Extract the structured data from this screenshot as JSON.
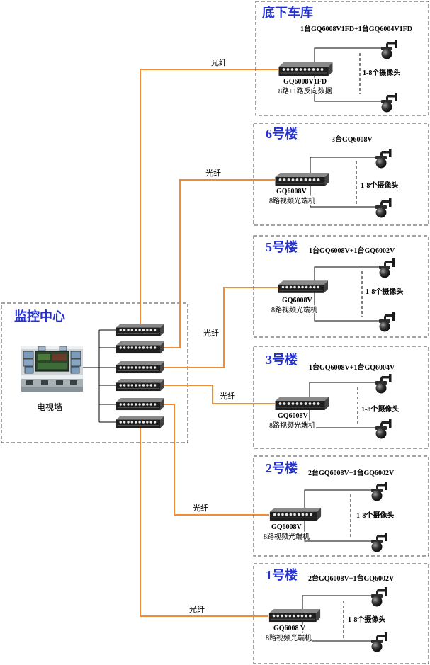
{
  "colors": {
    "title": "#2430d0",
    "fiber": "#f08c36"
  },
  "fiber_label": "光纤",
  "center": {
    "title": "监控中心",
    "video_wall_label": "电视墙"
  },
  "buildings": [
    {
      "name": "底下车库",
      "equipment": "1台GQ6008V1FD+1台GQ6004V1FD",
      "device_model": "GQ6008V1FD",
      "device_desc": "8路+1路反向数据",
      "camera_range": "1-8个摄像头"
    },
    {
      "name": "6号楼",
      "equipment": "3台GQ6008V",
      "device_model": "GQ6008V",
      "device_desc": "8路视频光端机",
      "camera_range": "1-8个摄像头"
    },
    {
      "name": "5号楼",
      "equipment": "1台GQ6008V+1台GQ6002V",
      "device_model": "GQ6008V",
      "device_desc": "8路视频光端机",
      "camera_range": "1-8个摄像头"
    },
    {
      "name": "3号楼",
      "equipment": "1台GQ6008V+1台GQ6004V",
      "device_model": "GQ6008V",
      "device_desc": "8路视频光端机",
      "camera_range": "1-8个摄像头"
    },
    {
      "name": "2号楼",
      "equipment": "2台GQ6008V+1台GQ6002V",
      "device_model": "GQ6008V",
      "device_desc": "8路视频光端机",
      "camera_range": "1-8个摄像头"
    },
    {
      "name": "1号楼",
      "equipment": "2台GQ6008V+1台GQ6002V",
      "device_model": "GQ6008 V",
      "device_desc": "8路视频光端机",
      "camera_range": "1-8个摄像头"
    }
  ]
}
